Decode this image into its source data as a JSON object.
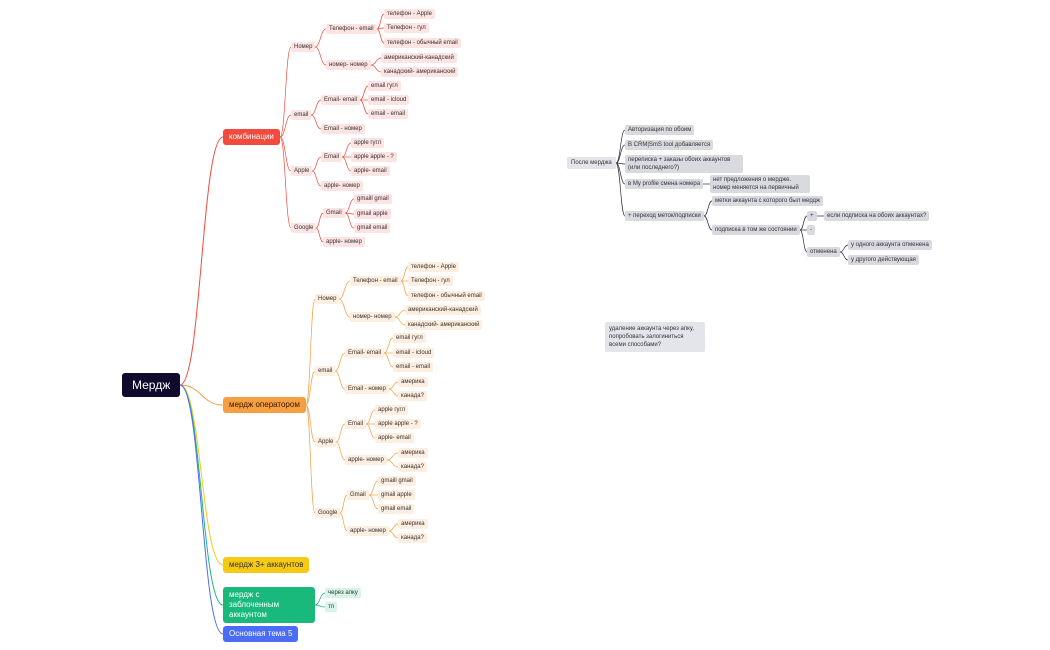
{
  "root": "Мердж",
  "categories": {
    "kombinacii": "комбинации",
    "operator": "мердж оператором",
    "three_plus": "мердж 3+ аккаунтов",
    "locked": "мердж с заблоченным аккаунтом",
    "topic5": "Основная тема 5"
  },
  "red": {
    "nomer": "Номер",
    "tel_email": "Телефон - email",
    "tel_apple": "телефон - Apple",
    "tel_gugl": "Телефон - гул",
    "tel_obych": "телефон - обычный email",
    "nomer_nomer": "номер- номер",
    "am_kan": "американский-канадский",
    "kan_am": "канадский- американский",
    "email": "email",
    "email_email": "Email- email",
    "email_gugl": "email гугл",
    "email_icloud": "email - icloud",
    "email_email2": "email - email",
    "email_nomer": "Email - номер",
    "apple": "Apple",
    "apple_email": "Email",
    "apple_gugl": "apple гугл",
    "apple_apple": "apple apple - ?",
    "apple_email2": "apple- email",
    "apple_nomer": "apple- номер",
    "google": "Google",
    "gmail": "Gmail",
    "gmail_gmail": "gmaill gmail",
    "gmail_apple": "gmail apple",
    "gmail_email": "gmail email",
    "google_nomer": "apple- номер"
  },
  "orange": {
    "nomer": "Номер",
    "tel_email": "Телефон - email",
    "tel_apple": "телефон - Apple",
    "tel_gugl": "Телефон - гул",
    "tel_obych": "телефон - обычный email",
    "nomer_nomer": "номер- номер",
    "am_kan": "американский-канадский",
    "kan_am": "канадский- американский",
    "email": "email",
    "email_email": "Email- email",
    "email_gugl": "email гугл",
    "email_icloud": "email - icloud",
    "email_email2": "email - email",
    "email_nomer": "Email - номер",
    "amerika1": "америка",
    "kanada1": "канада?",
    "apple": "Apple",
    "apple_email": "Email",
    "apple_gugl": "apple гугл",
    "apple_apple": "apple apple - ?",
    "apple_email2": "apple- email",
    "apple_nomer": "apple- номер",
    "amerika2": "америка",
    "kanada2": "канада?",
    "google": "Google",
    "gmail": "Gmail",
    "gmail_gmail": "gmaill gmail",
    "gmail_apple": "gmail apple",
    "gmail_email": "gmail email",
    "google_nomer": "apple- номер",
    "amerika3": "америка",
    "kanada3": "канада?"
  },
  "green": {
    "cherez_apku": "через апку",
    "tp": "тп"
  },
  "posle": {
    "title": "После мерджа",
    "auth": "Авторизация по обоим",
    "crm": "В CRM|SmS tool добавляется",
    "perepiska": "переписка + заказы обоих аккаунтов (или последнего?)",
    "myprofile": "в My profile смена номера",
    "net_predl": "нет предложения о мердже. номер меняется на первичный",
    "perehod": "+ переход меток/подписки",
    "metki": "метки аккаунта с которого был мердж",
    "podpiska": "подписка в том же состоянии",
    "plus": "+",
    "esli": "если подписка на обоих аккаунтах?",
    "minus": "-",
    "otmenena": "отменена",
    "u_odnogo": "у одного аккаунта отменена",
    "u_drugogo": "у другого действующая"
  },
  "note": "удаление аккаунта через апку, попробовать залогиниться всеми способами?",
  "colors": {
    "red": "#f24a3d",
    "orange": "#f59e42",
    "yellow": "#f6c915",
    "green": "#18b97a",
    "blue": "#4a6cf7",
    "dark": "#2a2a3a"
  }
}
